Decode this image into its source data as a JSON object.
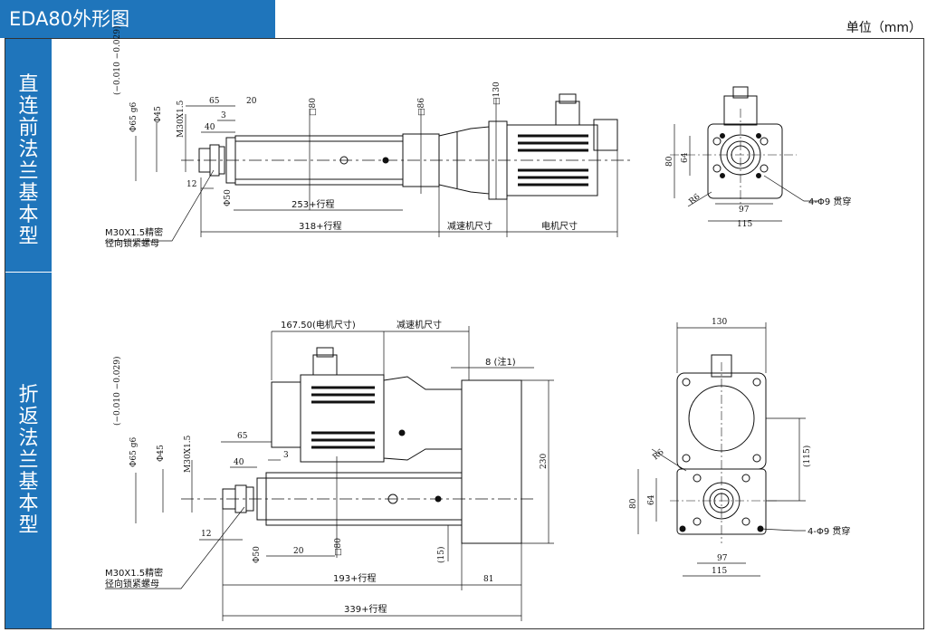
{
  "title": "EDA80外形图",
  "unit": "单位（mm）",
  "side_labels": {
    "top": "直连前法兰基本型",
    "bottom": "折返法兰基本型"
  },
  "top_view": {
    "dims": {
      "tol": "(−0.010 −0.029)",
      "d65": "Φ65 g6",
      "d45": "Φ45",
      "m30": "M30X1.5",
      "d65w": "65",
      "d20": "20",
      "d3": "3",
      "d40": "40",
      "d12": "12",
      "d50": "Φ50",
      "sq80": "□80",
      "sq86": "□86",
      "sq130": "□130",
      "d253": "253+行程",
      "d318": "318+行程",
      "reducer": "减速机尺寸",
      "motor": "电机尺寸"
    },
    "nut_note": [
      "M30X1.5精密",
      "径向锁紧螺母"
    ],
    "end": {
      "d80": "80",
      "d64": "64",
      "r6": "R6",
      "d97": "97",
      "d115": "115",
      "holes": "4-Φ9 贯穿"
    }
  },
  "bottom_view": {
    "dims": {
      "motor_len": "167.50(电机尺寸)",
      "reducer": "减速机尺寸",
      "note1": "8 (注1)",
      "d230": "230",
      "tol": "(−0.010 −0.029)",
      "d65": "Φ65 g6",
      "d45": "Φ45",
      "m30": "M30X1.5",
      "d65w": "65",
      "d3": "3",
      "d40": "40",
      "d12": "12",
      "d50": "Φ50",
      "d20": "20",
      "sq80": "□80",
      "d15": "(15)",
      "d193": "193+行程",
      "d81": "81",
      "d339": "339+行程"
    },
    "nut_note": [
      "M30X1.5精密",
      "径向锁紧螺母"
    ],
    "end": {
      "d130": "130",
      "r6": "R6",
      "d115p": "(115)",
      "d80": "80",
      "d64": "64",
      "d97": "97",
      "d115": "115",
      "holes": "4-Φ9 贯穿"
    }
  }
}
